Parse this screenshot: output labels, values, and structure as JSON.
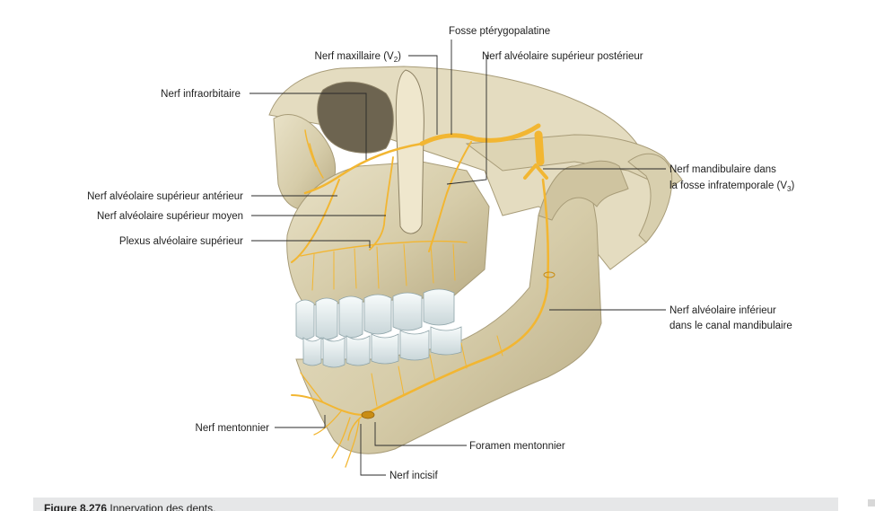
{
  "labels": {
    "fosse_pterygopalatine": "Fosse ptérygopalatine",
    "nerf_maxillaire": "Nerf maxillaire (V",
    "nerf_maxillaire_sub": "2",
    "nerf_alveolaire_sup_posterieur": "Nerf alvéolaire supérieur postérieur",
    "nerf_infraorbitaire": "Nerf infraorbitaire",
    "nerf_alveolaire_sup_anterieur": "Nerf alvéolaire supérieur antérieur",
    "nerf_alveolaire_sup_moyen": "Nerf alvéolaire supérieur moyen",
    "plexus_alveolaire_sup": "Plexus alvéolaire supérieur",
    "nerf_mandibulaire_line1": "Nerf mandibulaire dans",
    "nerf_mandibulaire_line2": "la fosse infratemporale (V",
    "nerf_mandibulaire_sub": "3",
    "nerf_alveolaire_inf_line1": "Nerf alvéolaire inférieur",
    "nerf_alveolaire_inf_line2": "dans le canal mandibulaire",
    "nerf_mentonnier": "Nerf mentonnier",
    "foramen_mentonnier": "Foramen mentonnier",
    "nerf_incisif": "Nerf incisif"
  },
  "caption": {
    "number": "Figure 8.276",
    "text": "Innervation des dents."
  },
  "colors": {
    "bone": "#dcd3b4",
    "bone_shadow": "#b9ad88",
    "nerve": "#f2b632",
    "tooth": "#eef3f4",
    "caption_bg": "#e6e7e8"
  }
}
